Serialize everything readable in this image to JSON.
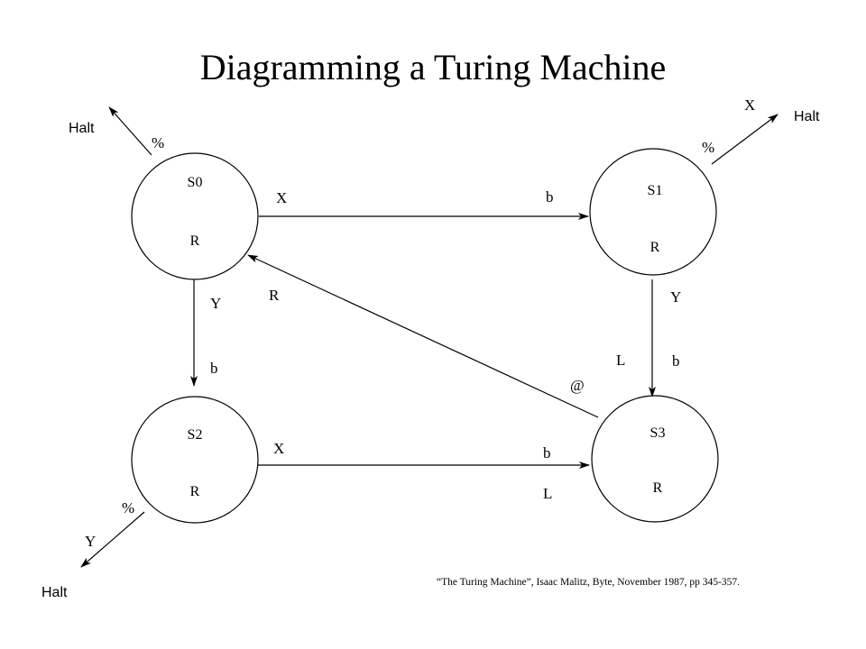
{
  "title": "Diagramming a Turing Machine",
  "citation": "“The Turing Machine”, Isaac Malitz, Byte, November 1987, pp 345-357.",
  "states": {
    "s0": {
      "name": "S0",
      "action": "R"
    },
    "s1": {
      "name": "S1",
      "action": "R"
    },
    "s2": {
      "name": "S2",
      "action": "R"
    },
    "s3": {
      "name": "S3",
      "action": "R"
    }
  },
  "transitions": {
    "s0_halt": {
      "read": "%",
      "target": "Halt"
    },
    "s1_halt": {
      "read": "%",
      "write": "X",
      "target": "Halt"
    },
    "s2_halt": {
      "read": "%",
      "write": "Y",
      "target": "Halt"
    },
    "s0_s1": {
      "read": "X",
      "write": "b"
    },
    "s0_s2": {
      "read": "Y",
      "write": "b"
    },
    "s1_s3": {
      "read": "Y",
      "write": "b",
      "move": "L"
    },
    "s2_s3": {
      "read": "X",
      "write": "b",
      "move": "L"
    },
    "s3_s0": {
      "read": "@",
      "move": "R"
    }
  },
  "colors": {
    "stroke": "#000000",
    "background": "#ffffff"
  }
}
